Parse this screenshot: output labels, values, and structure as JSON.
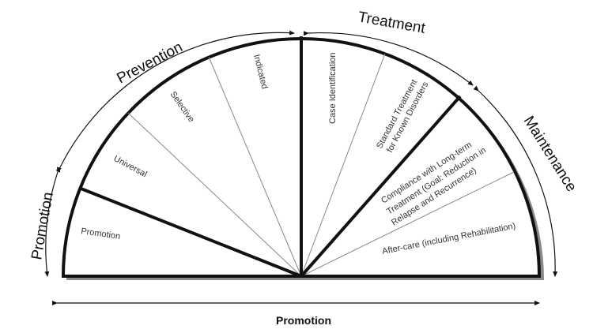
{
  "arc_labels": {
    "promotion_left": "Promotion",
    "prevention": "Prevention",
    "treatment": "Treatment",
    "maintenance": "Maintenance"
  },
  "segments": {
    "promotion": "Promotion",
    "universal": "Universal",
    "selective": "Selective",
    "indicated": "Indicated",
    "case_identification": "Case Identification",
    "standard_treatment_line1": "Standard Treatment",
    "standard_treatment_line2": "for Known Disorders",
    "compliance_line1": "Compliance with Long-term",
    "compliance_line2": "Treatment (Goal: Reduction in",
    "compliance_line3": "Relapse and Recurrence)",
    "after_care": "After-care (including Rehabilitation)"
  },
  "bottom_label": "Promotion",
  "colors": {
    "stroke": "#111111",
    "shadow": "#8a8a8a",
    "thin_line": "#888888"
  }
}
